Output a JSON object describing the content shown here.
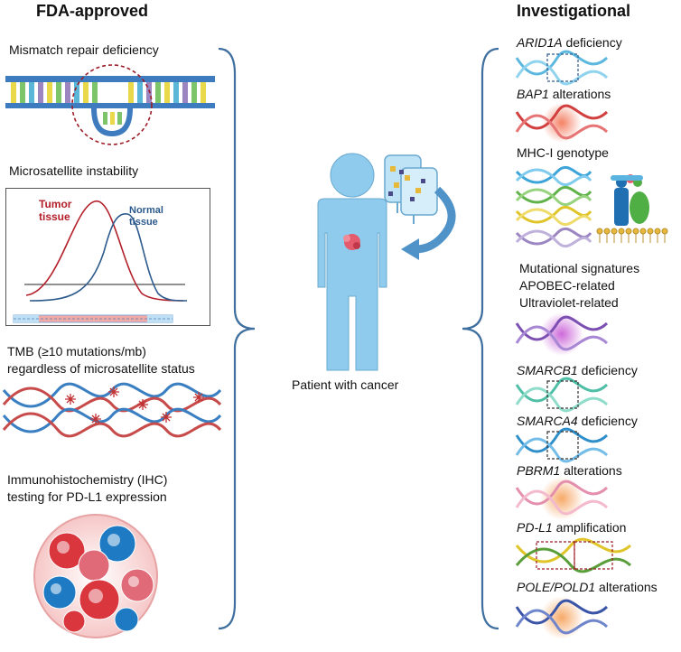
{
  "left": {
    "heading": "FDA-approved",
    "mismatch": "Mismatch repair deficiency",
    "msi": {
      "title": "Microsatellite instability",
      "tumor_line1": "Tumor",
      "tumor_line2": "tissue",
      "normal_line1": "Normal",
      "normal_line2": "tissue"
    },
    "tmb_line1": "TMB (≥10 mutations/mb)",
    "tmb_line2": "regardless of microsatellite status",
    "ihc_line1": "Immunohistochemistry (IHC)",
    "ihc_line2": "testing for PD-L1 expression"
  },
  "center": {
    "patient_label": "Patient with cancer"
  },
  "right": {
    "heading": "Investigational",
    "arid1a_gene": "ARID1A",
    "arid1a_rest": " deficiency",
    "bap1_gene": "BAP1",
    "bap1_rest": " alterations",
    "mhc": "MHC-I genotype",
    "mut_line1": "Mutational signatures",
    "mut_line2": "APOBEC-related",
    "mut_line3": "Ultraviolet-related",
    "smarcb1_gene": "SMARCB1",
    "smarcb1_rest": " deficiency",
    "smarca4_gene": "SMARCA4",
    "smarca4_rest": " deficiency",
    "pbrm1_gene": "PBRM1",
    "pbrm1_rest": " alterations",
    "pdl1_gene": "PD-L1",
    "pdl1_rest": " amplification",
    "pole_gene": "POLE/POLD1",
    "pole_rest": " alterations"
  },
  "colors": {
    "bracket": "#3f6f9f",
    "tumor_curve": "#b3202a",
    "normal_curve": "#2c5a8c",
    "patient": "#8fcbec",
    "arrow": "#4f93c9"
  }
}
